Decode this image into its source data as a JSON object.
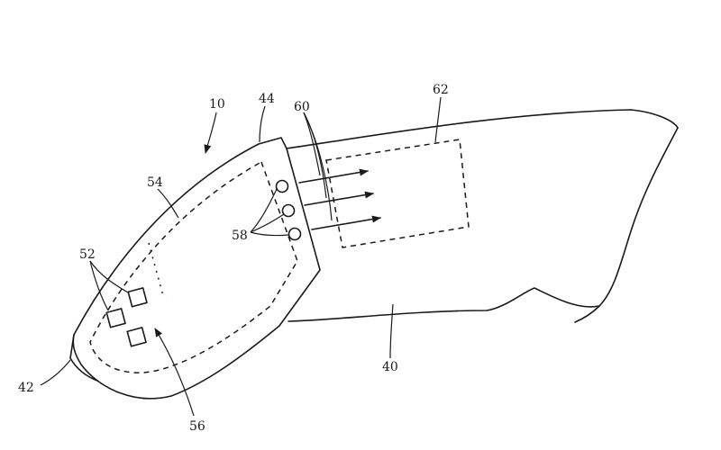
{
  "diagram": {
    "labels": {
      "device": "10",
      "finger": "40",
      "tip": "42",
      "housing": "44",
      "sensors": "52",
      "circuitry": "54",
      "interior": "56",
      "emitters": "58",
      "light": "60",
      "region": "62"
    },
    "colors": {
      "stroke": "#1a1a1a",
      "background": "#ffffff"
    }
  }
}
